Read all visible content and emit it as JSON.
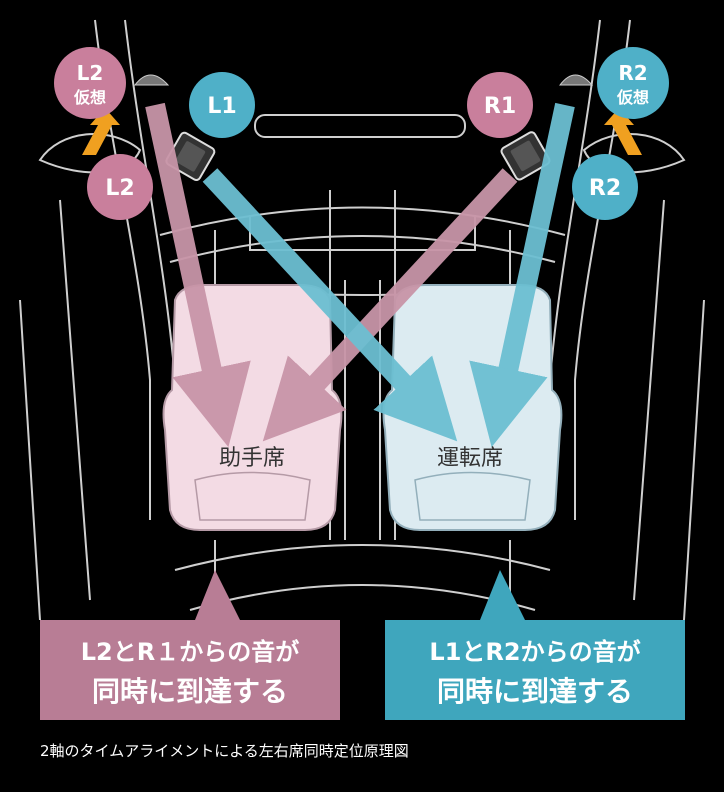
{
  "labels": {
    "l1": "L1",
    "r1": "R1",
    "l2": "L2",
    "r2": "R2",
    "l2_virtual_line1": "L2",
    "l2_virtual_line2": "仮想",
    "r2_virtual_line1": "R2",
    "r2_virtual_line2": "仮想"
  },
  "seats": {
    "passenger": "助手席",
    "driver": "運転席"
  },
  "callouts": {
    "left_line1": "L2とR１からの音が",
    "left_line2": "同時に到達する",
    "right_line1": "L1とR2からの音が",
    "right_line2": "同時に到達する"
  },
  "caption": "2軸のタイムアライメントによる左右席同時定位原理図",
  "colors": {
    "pink": "#c97f9c",
    "pink_arrow": "#c895a8",
    "blue": "#4fb0c8",
    "blue_arrow": "#6cbfd2",
    "orange": "#f0a020",
    "seat_pink": "#f3dbe4",
    "seat_blue": "#dcebf1",
    "box_pink": "#b87d95",
    "box_blue": "#3fa6bd"
  }
}
